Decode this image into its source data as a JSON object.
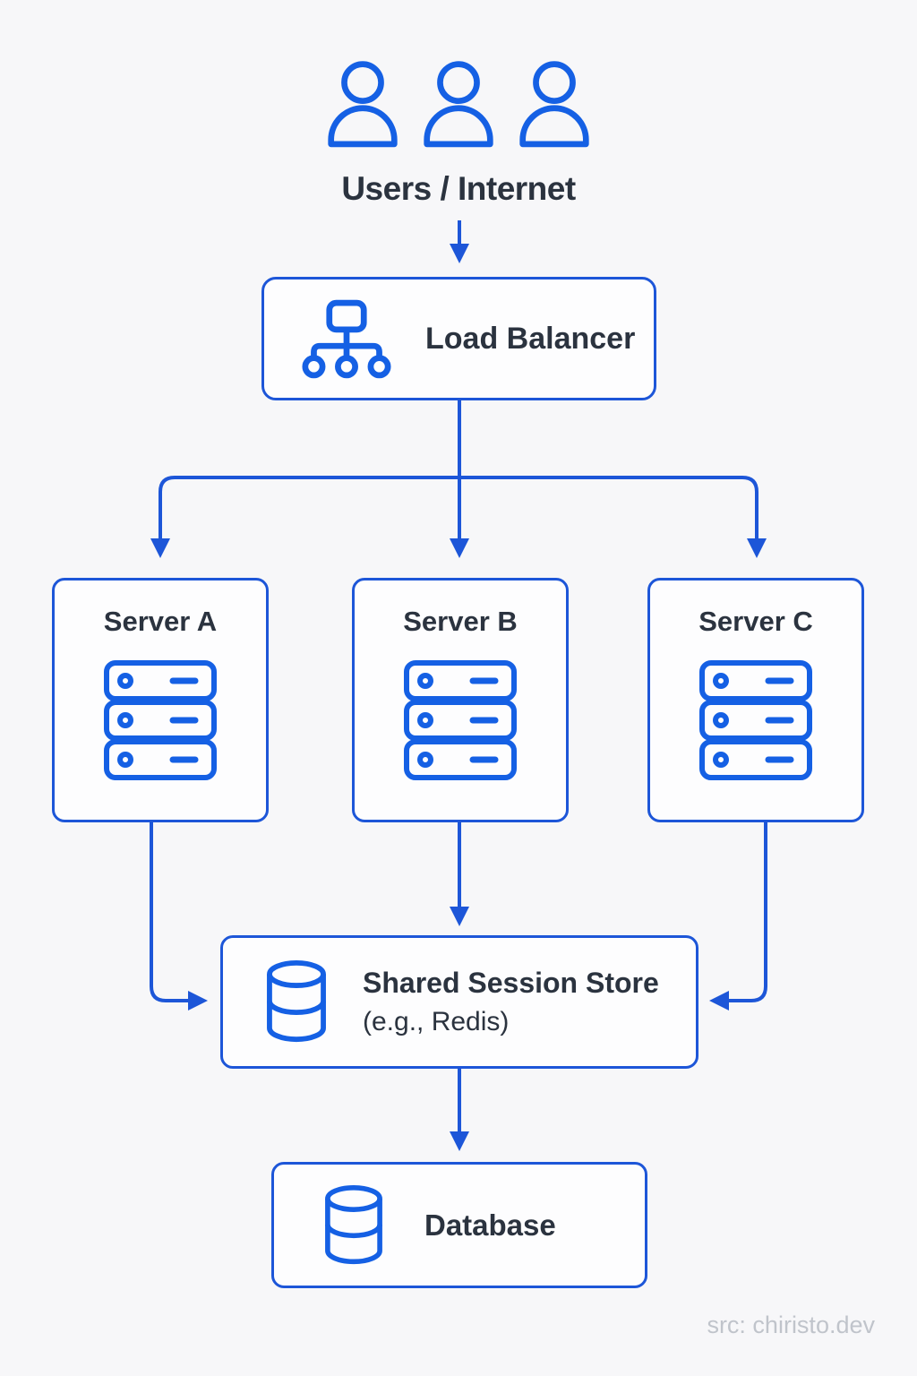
{
  "colors": {
    "background": "#f7f7f9",
    "box_fill": "#fdfdfe",
    "blue": "#1d56d8",
    "icon_blue": "#1560e4",
    "text": "#2b333f",
    "watermark": "#c0c4cb"
  },
  "nodes": {
    "users": {
      "label": "Users / Internet"
    },
    "load_balancer": {
      "label": "Load Balancer"
    },
    "servers": [
      {
        "label": "Server A"
      },
      {
        "label": "Server B"
      },
      {
        "label": "Server C"
      }
    ],
    "session_store": {
      "label": "Shared Session Store",
      "sublabel": "(e.g., Redis)"
    },
    "database": {
      "label": "Database"
    }
  },
  "edges": [
    {
      "from": "users",
      "to": "load_balancer"
    },
    {
      "from": "load_balancer",
      "to": "server_a"
    },
    {
      "from": "load_balancer",
      "to": "server_b"
    },
    {
      "from": "load_balancer",
      "to": "server_c"
    },
    {
      "from": "server_a",
      "to": "session_store"
    },
    {
      "from": "server_b",
      "to": "session_store"
    },
    {
      "from": "server_c",
      "to": "session_store"
    },
    {
      "from": "session_store",
      "to": "database"
    }
  ],
  "icons": {
    "users": "users-icon",
    "load_balancer": "load-balancer-hierarchy-icon",
    "servers": "server-rack-icon",
    "session_store": "database-cylinder-icon",
    "database": "database-cylinder-icon"
  },
  "watermark": "src: chiristo.dev"
}
